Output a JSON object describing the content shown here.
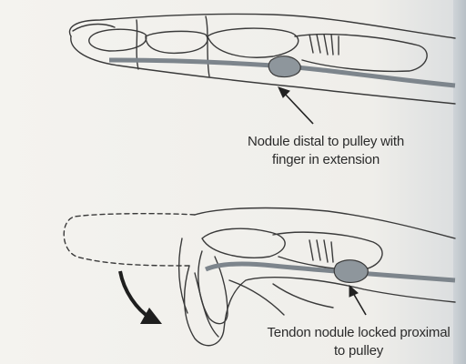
{
  "figure": {
    "top_panel": {
      "caption_line1": "Nodule distal to pulley with",
      "caption_line2": "finger in extension"
    },
    "bottom_panel": {
      "caption_line1": "Tendon nodule locked proximal",
      "caption_line2": "to pulley"
    }
  },
  "colors": {
    "ink": "#3a3a3a",
    "tendon": "#7d858c",
    "nodule": "#8e969c",
    "background": "#f1f0ec"
  }
}
